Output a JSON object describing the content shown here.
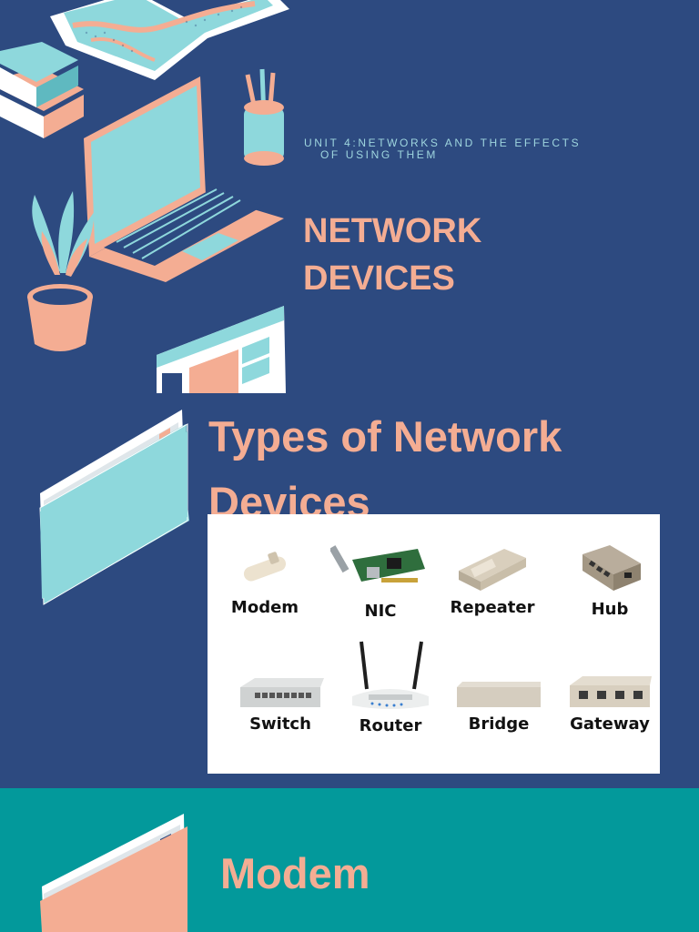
{
  "slides": [
    {
      "subtitle_line1": "UNIT 4:NETWORKS AND THE EFFECTS",
      "subtitle_line2": "OF USING THEM",
      "title": "NETWORK DEVICES"
    },
    {
      "title": "Types of Network Devices",
      "devices": [
        {
          "label": "Modem",
          "icon": "modem-icon"
        },
        {
          "label": "NIC",
          "icon": "nic-icon"
        },
        {
          "label": "Repeater",
          "icon": "repeater-icon"
        },
        {
          "label": "Hub",
          "icon": "hub-icon"
        },
        {
          "label": "Switch",
          "icon": "switch-icon"
        },
        {
          "label": "Router",
          "icon": "router-icon"
        },
        {
          "label": "Bridge",
          "icon": "bridge-icon"
        },
        {
          "label": "Gateway",
          "icon": "gateway-icon"
        }
      ]
    },
    {
      "title": "Modem"
    }
  ],
  "colors": {
    "navy_background": "#2d4a80",
    "teal_background": "#03999b",
    "salmon_accent": "#f4ad93",
    "light_teal_accent": "#8ed8dc"
  }
}
